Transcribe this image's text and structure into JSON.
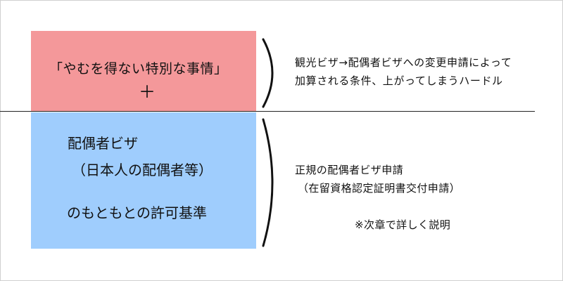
{
  "top_box": {
    "line1": "「やむを得ない特別な事情」",
    "line2": "＋",
    "color": "#f4989a"
  },
  "bottom_box": {
    "line1": "配偶者ビザ",
    "line2": "（日本人の配偶者等）",
    "line3": "のもともとの許可基準",
    "color": "#9fcdfd"
  },
  "top_note": {
    "line1": "観光ビザ→配偶者ビザへの変更申請によって",
    "line2": "加算される条件、上がってしまうハードル"
  },
  "bottom_note": {
    "line1": "正規の配偶者ビザ申請",
    "line2": "（在留資格認定証明書交付申請）",
    "line3": "※次章で詳しく説明"
  }
}
